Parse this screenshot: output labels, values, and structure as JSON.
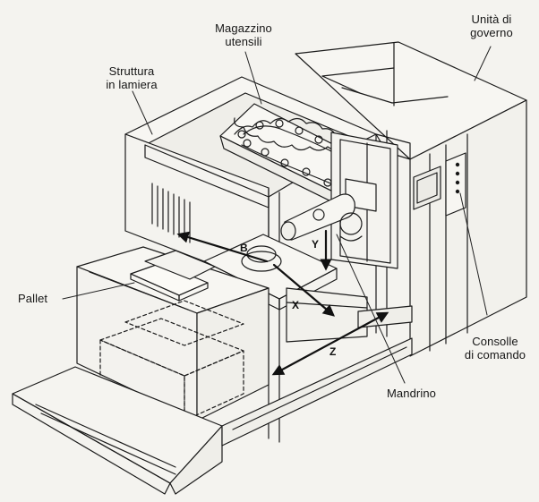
{
  "labels": {
    "magazzino": "Magazzino\nutensili",
    "unita": "Unità di\ngoverno",
    "struttura": "Struttura\nin lamiera",
    "pallet": "Pallet",
    "consolle": "Consolle\ndi comando",
    "mandrino": "Mandrino"
  },
  "axes": {
    "b": "B",
    "y": "Y",
    "x": "X",
    "z": "Z"
  },
  "colors": {
    "ink": "#1b1b1b",
    "paper": "#f4f3ef"
  }
}
